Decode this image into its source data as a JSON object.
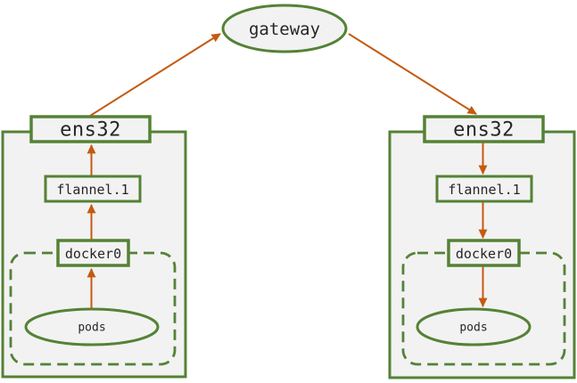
{
  "palette": {
    "border_green": "#548235",
    "arrow_orange": "#C55A11",
    "node_fill": "#F2F2F2",
    "text_color": "#262626",
    "background": "#FFFFFF"
  },
  "gateway": {
    "label": "gateway"
  },
  "hosts": [
    {
      "name": "left-host",
      "arrow_direction": "up",
      "interface": {
        "label": "ens32"
      },
      "vtep": {
        "label": "flannel.1"
      },
      "bridge": {
        "label": "docker0"
      },
      "pods": {
        "label": "pods"
      }
    },
    {
      "name": "right-host",
      "arrow_direction": "down",
      "interface": {
        "label": "ens32"
      },
      "vtep": {
        "label": "flannel.1"
      },
      "bridge": {
        "label": "docker0"
      },
      "pods": {
        "label": "pods"
      }
    }
  ],
  "connections": [
    {
      "host": "left",
      "from": "pods",
      "to": "docker0"
    },
    {
      "host": "left",
      "from": "docker0",
      "to": "flannel.1"
    },
    {
      "host": "left",
      "from": "flannel.1",
      "to": "ens32"
    },
    {
      "host": "left",
      "from": "ens32",
      "to": "gateway"
    },
    {
      "host": "right",
      "from": "gateway",
      "to": "ens32"
    },
    {
      "host": "right",
      "from": "ens32",
      "to": "flannel.1"
    },
    {
      "host": "right",
      "from": "flannel.1",
      "to": "docker0"
    },
    {
      "host": "right",
      "from": "docker0",
      "to": "pods"
    }
  ]
}
